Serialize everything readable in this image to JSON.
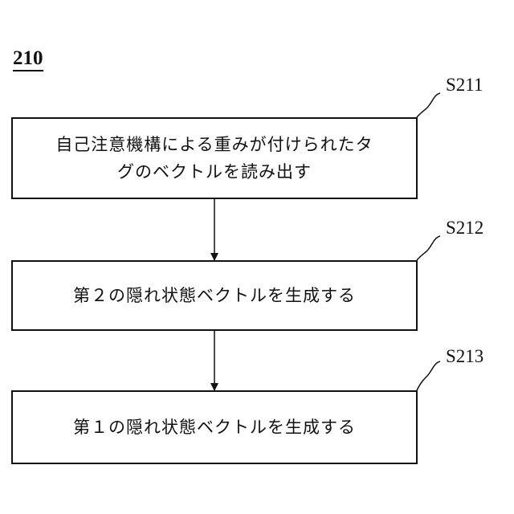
{
  "figure_label": "210",
  "steps": [
    {
      "id": "S211",
      "text_line1": "自己注意機構による重みが付けられたタ",
      "text_line2": "グのベクトルを読み出す"
    },
    {
      "id": "S212",
      "text": "第２の隠れ状態ベクトルを生成する"
    },
    {
      "id": "S213",
      "text": "第１の隠れ状態ベクトルを生成する"
    }
  ]
}
